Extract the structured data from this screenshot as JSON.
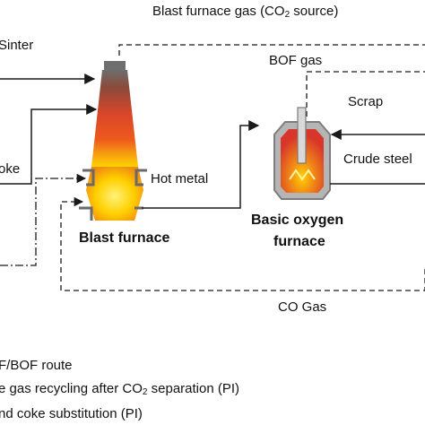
{
  "labels": {
    "blast_gas_pre": "Blast furnace gas (CO",
    "blast_gas_sub": "2",
    "blast_gas_post": " source)",
    "sinter": "Sinter",
    "coke": "oke",
    "bof_gas": "BOF gas",
    "scrap": "Scrap",
    "hot_metal": "Hot metal",
    "crude_steel": "Crude steel",
    "blast_furnace": "Blast furnace",
    "bof_line1": "Basic oxygen",
    "bof_line2": "furnace",
    "co_gas": "CO Gas"
  },
  "legend": {
    "line1": "F/BOF route",
    "line2_pre": "e gas recycling after CO",
    "line2_sub": "2",
    "line2_post": " separation (PI)",
    "line3": "nd coke substitution (PI)"
  },
  "colors": {
    "line": "#1a1a1a",
    "furnace_top": "#6e6e6e",
    "furnace_mid": "#d8462a",
    "furnace_hot": "#ffd400",
    "bof_shell": "#9a9a9a"
  }
}
